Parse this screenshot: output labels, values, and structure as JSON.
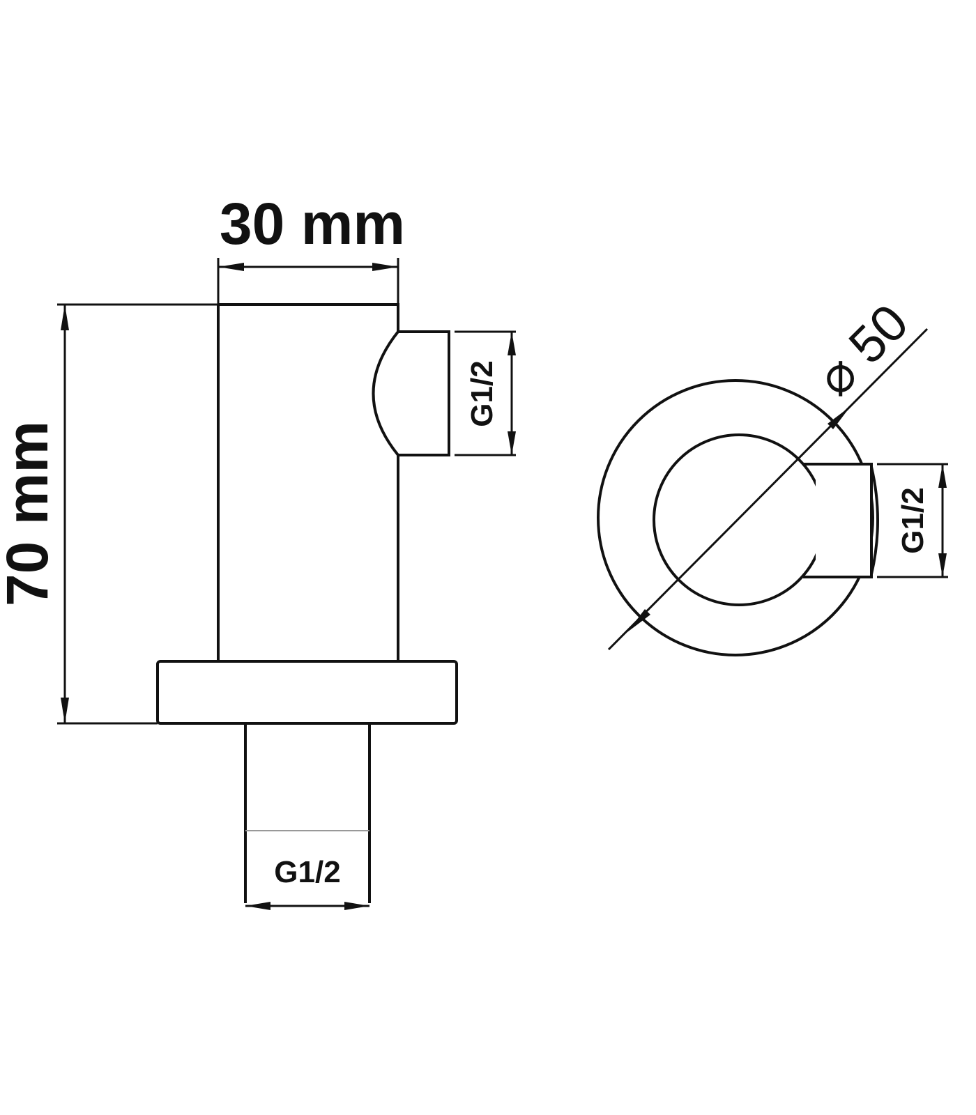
{
  "drawing": {
    "front_view": {
      "width_label": "30 mm",
      "height_label": "70 mm",
      "side_outlet_label": "G1/2",
      "bottom_inlet_label": "G1/2"
    },
    "top_view": {
      "diameter_label": "⌀ 50",
      "outlet_label": "G1/2"
    }
  }
}
